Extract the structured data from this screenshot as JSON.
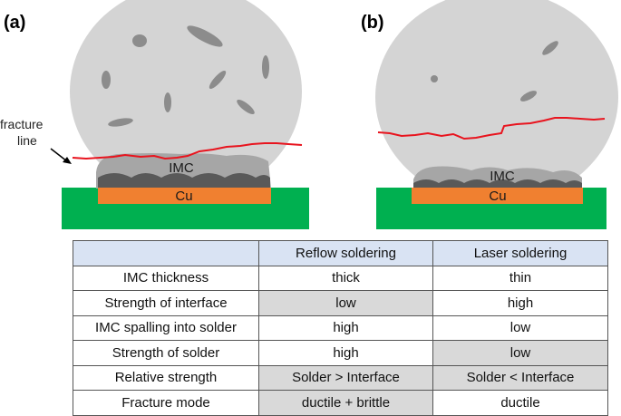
{
  "panels": {
    "a": {
      "label": "(a)",
      "imc_label": "IMC",
      "cu_label": "Cu",
      "annotation": {
        "line1": "fracture",
        "line2": "line"
      }
    },
    "b": {
      "label": "(b)",
      "imc_label": "IMC",
      "cu_label": "Cu"
    }
  },
  "colors": {
    "solder_ball": "#d4d4d4",
    "imc_light": "#a6a6a6",
    "imc_dark": "#595959",
    "inclusions": "#8c8c8c",
    "copper": "#f08030",
    "substrate": "#00b050",
    "fracture_line": "#e8141e",
    "table_header": "#d9e3f3",
    "table_shaded": "#d9d9d9"
  },
  "table": {
    "headers": [
      "",
      "Reflow soldering",
      "Laser soldering"
    ],
    "rows": [
      {
        "label": "IMC thickness",
        "reflow": "thick",
        "laser": "thin",
        "reflow_shaded": false,
        "laser_shaded": false
      },
      {
        "label": "Strength of interface",
        "reflow": "low",
        "laser": "high",
        "reflow_shaded": true,
        "laser_shaded": false
      },
      {
        "label": "IMC spalling into solder",
        "reflow": "high",
        "laser": "low",
        "reflow_shaded": false,
        "laser_shaded": false
      },
      {
        "label": "Strength of solder",
        "reflow": "high",
        "laser": "low",
        "reflow_shaded": false,
        "laser_shaded": true
      },
      {
        "label": "Relative strength",
        "reflow": "Solder > Interface",
        "laser": "Solder < Interface",
        "reflow_shaded": true,
        "laser_shaded": true
      },
      {
        "label": "Fracture mode",
        "reflow": "ductile + brittle",
        "laser": "ductile",
        "reflow_shaded": true,
        "laser_shaded": false
      }
    ]
  }
}
